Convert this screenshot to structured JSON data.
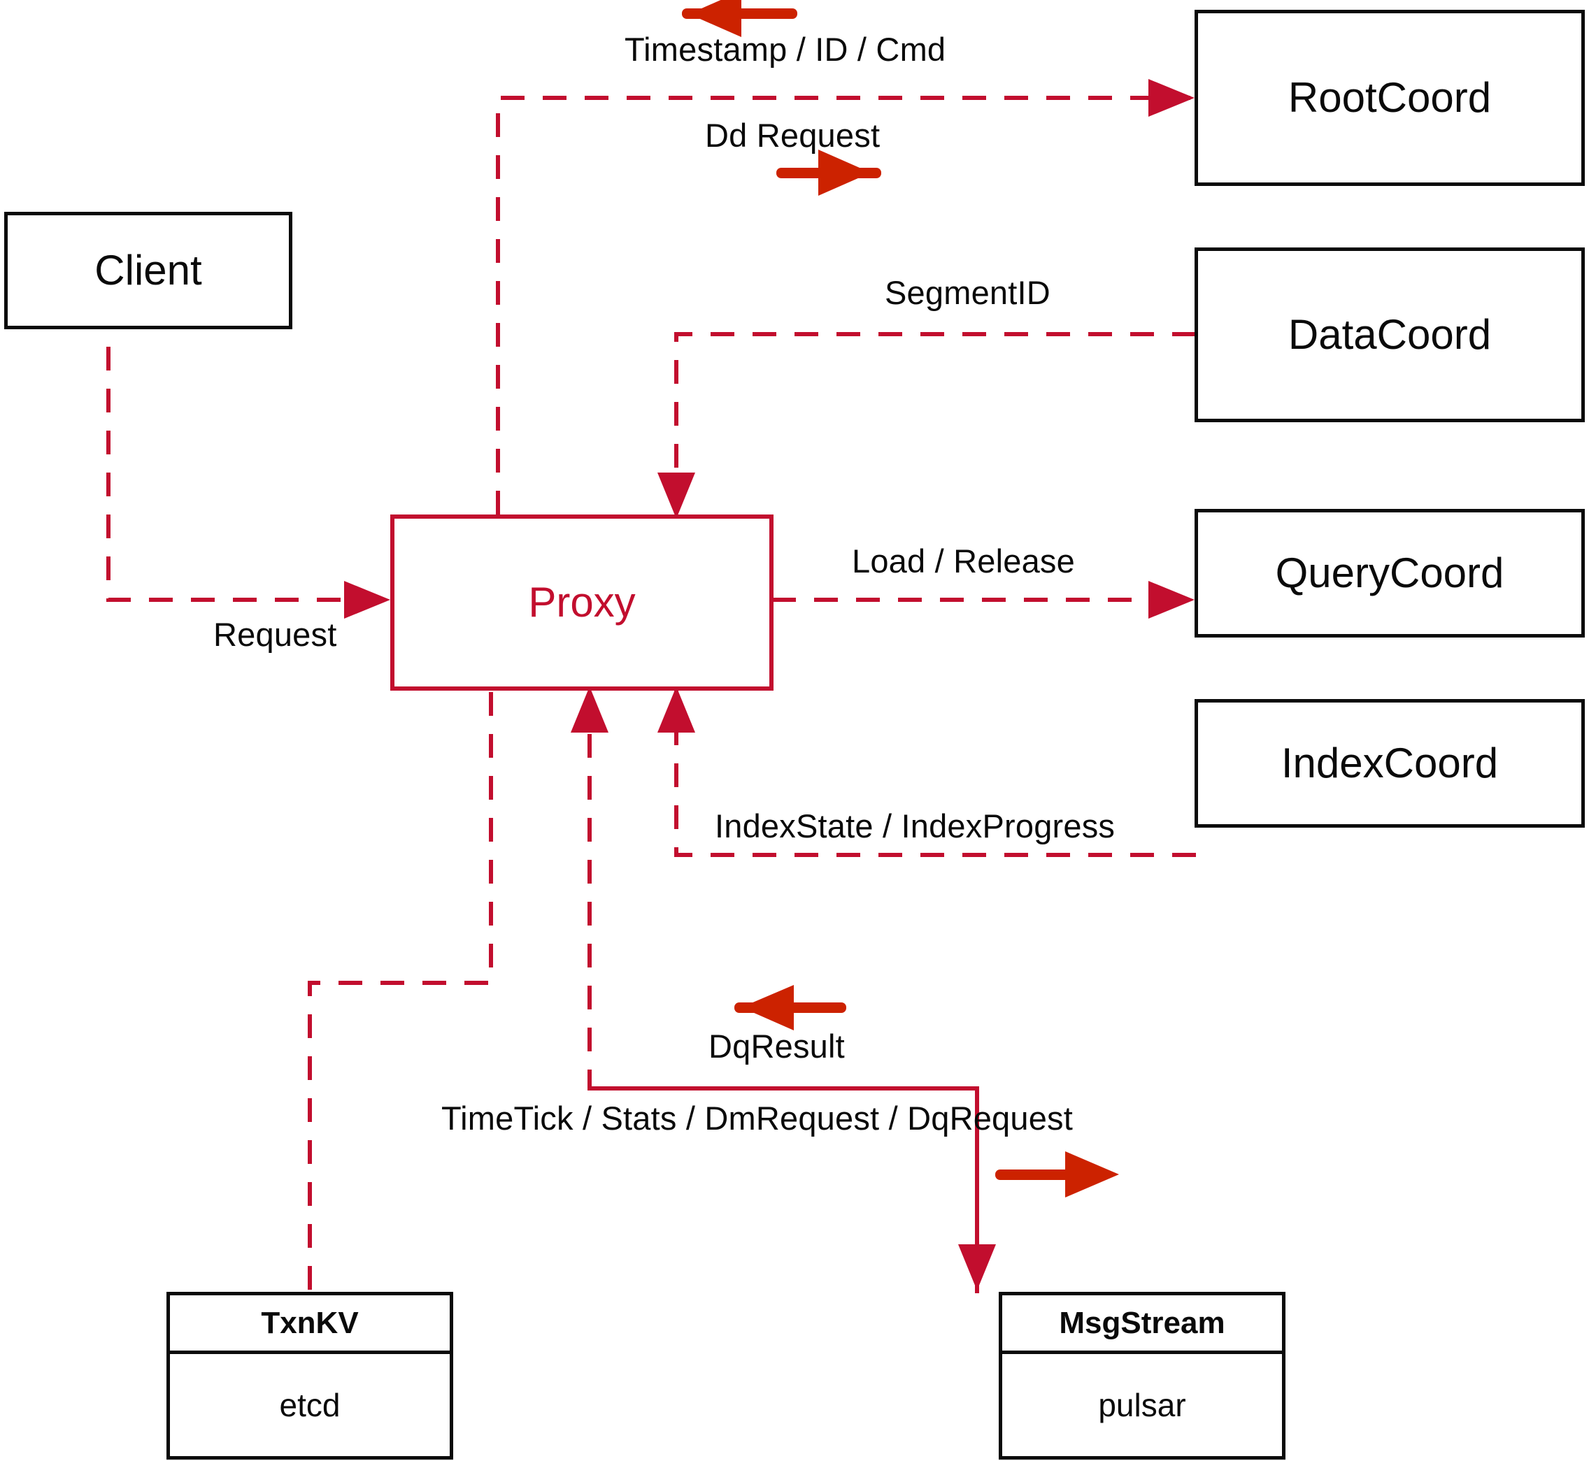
{
  "diagram": {
    "title": "Milvus Proxy interaction diagram",
    "colors": {
      "dashed_edge": "#c20e2e",
      "solid_arrow": "#cc2200",
      "node_border": "#0a0a0a",
      "proxy_border": "#c20e2e",
      "background": "#ffffff"
    },
    "nodes": [
      {
        "id": "client",
        "label": "Client",
        "style": "black-box"
      },
      {
        "id": "proxy",
        "label": "Proxy",
        "style": "red-box"
      },
      {
        "id": "rootcoord",
        "label": "RootCoord",
        "style": "black-box"
      },
      {
        "id": "datacoord",
        "label": "DataCoord",
        "style": "black-box"
      },
      {
        "id": "querycoord",
        "label": "QueryCoord",
        "style": "black-box"
      },
      {
        "id": "indexcoord",
        "label": "IndexCoord",
        "style": "black-box"
      }
    ],
    "stacked_nodes": [
      {
        "id": "txnkv",
        "header": "TxnKV",
        "body": "etcd"
      },
      {
        "id": "msgstream",
        "header": "MsgStream",
        "body": "pulsar"
      }
    ],
    "edge_labels": [
      {
        "id": "timestamp-id-cmd",
        "text": "Timestamp / ID / Cmd"
      },
      {
        "id": "dd-request",
        "text": "Dd Request"
      },
      {
        "id": "segmentid",
        "text": "SegmentID"
      },
      {
        "id": "load-release",
        "text": "Load / Release"
      },
      {
        "id": "request",
        "text": "Request"
      },
      {
        "id": "indexstate",
        "text": "IndexState / IndexProgress"
      },
      {
        "id": "dqresult",
        "text": "DqResult"
      },
      {
        "id": "timetick",
        "text": "TimeTick / Stats / DmRequest / DqRequest"
      }
    ]
  }
}
